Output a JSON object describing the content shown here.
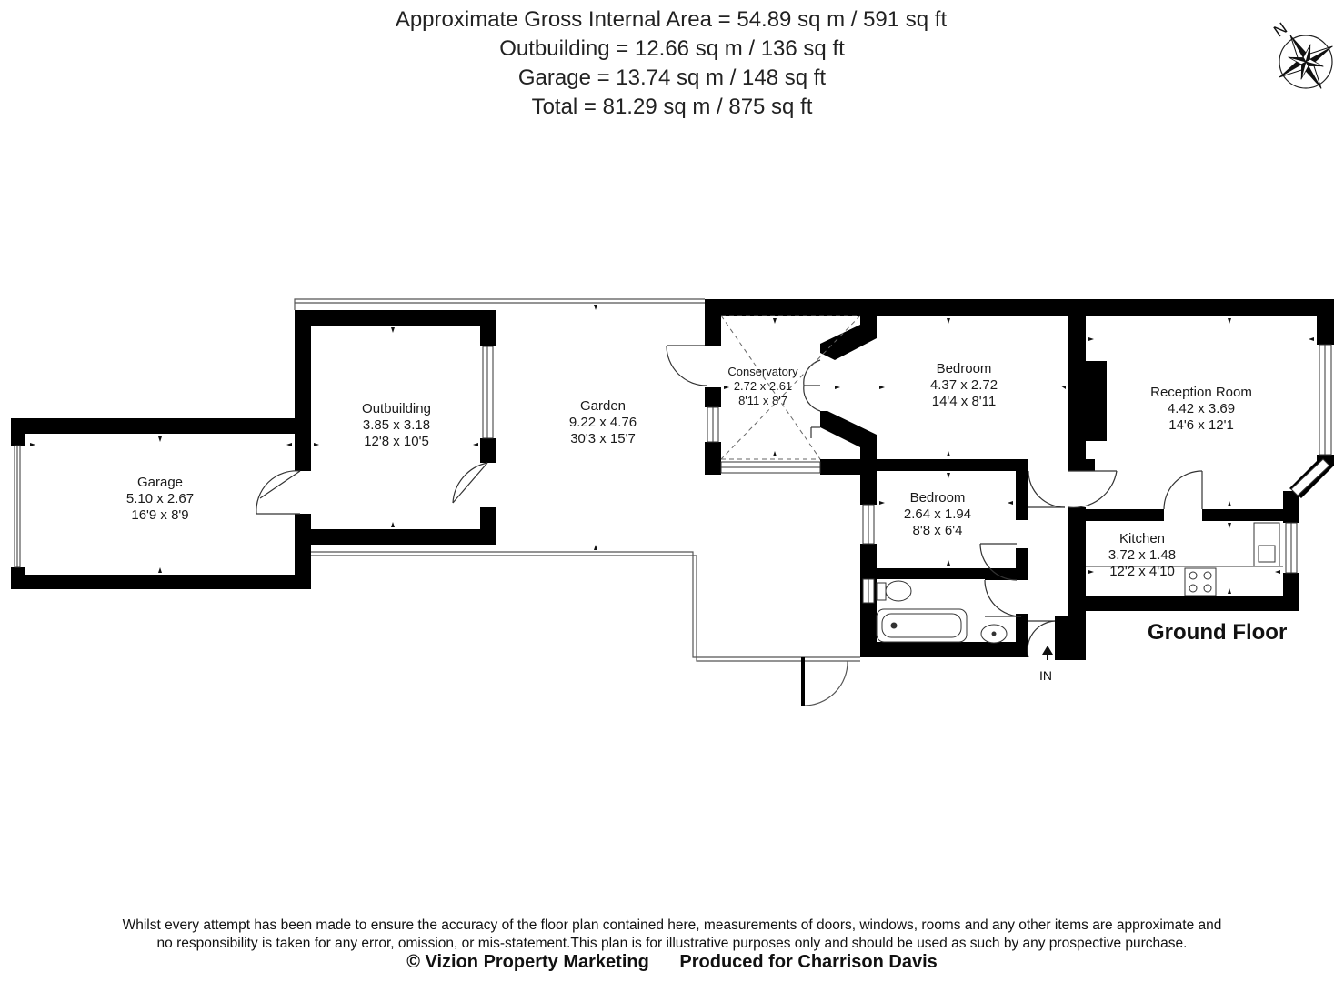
{
  "areas": [
    "Approximate Gross Internal Area = 54.89 sq m / 591 sq ft",
    "Outbuilding = 12.66 sq m / 136 sq ft",
    "Garage = 13.74 sq m / 148 sq ft",
    "Total = 81.29 sq m / 875 sq ft"
  ],
  "compass": {
    "label": "N",
    "icon": "north-compass-icon"
  },
  "rooms": [
    {
      "id": "garage",
      "name": "Garage",
      "metric": "5.10 x 2.67",
      "imperial": "16'9 x 8'9"
    },
    {
      "id": "outbuilding",
      "name": "Outbuilding",
      "metric": "3.85 x 3.18",
      "imperial": "12'8 x 10'5"
    },
    {
      "id": "garden",
      "name": "Garden",
      "metric": "9.22 x 4.76",
      "imperial": "30'3 x 15'7"
    },
    {
      "id": "conservatory",
      "name": "Conservatory",
      "metric": "2.72 x 2.61",
      "imperial": "8'11 x 8'7"
    },
    {
      "id": "bedroom-1",
      "name": "Bedroom",
      "metric": "4.37 x 2.72",
      "imperial": "14'4 x 8'11"
    },
    {
      "id": "bedroom-2",
      "name": "Bedroom",
      "metric": "2.64 x 1.94",
      "imperial": "8'8 x 6'4"
    },
    {
      "id": "reception",
      "name": "Reception Room",
      "metric": "4.42 x 3.69",
      "imperial": "14'6 x 12'1"
    },
    {
      "id": "kitchen",
      "name": "Kitchen",
      "metric": "3.72 x 1.48",
      "imperial": "12'2 x 4'10"
    }
  ],
  "floor_label": "Ground Floor",
  "entrance_label": "IN",
  "disclaimer": [
    "Whilst every attempt has been made to ensure the accuracy of the floor plan contained here, measurements of doors, windows, rooms and any other items are approximate and",
    "no responsibility is taken for any error, omission, or mis-statement.This plan is for illustrative purposes only and should be used as such by any prospective purchase."
  ],
  "credits": {
    "copyright": "© Vizion Property Marketing",
    "produced_for": "Produced for Charrison Davis"
  },
  "colors": {
    "wall": "#000000",
    "line": "#555555",
    "text": "#1a1a1a"
  }
}
